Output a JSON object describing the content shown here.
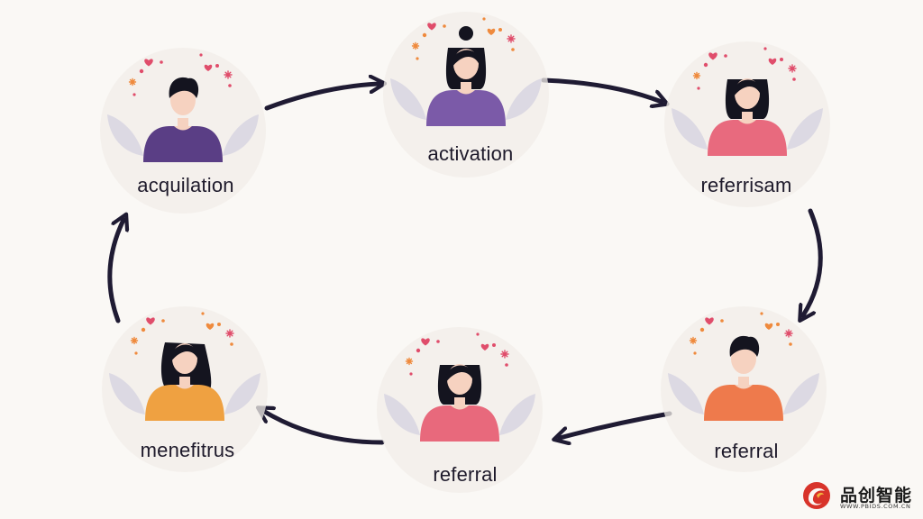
{
  "nodes": [
    {
      "id": "acquisition",
      "label": "acquilation",
      "shirt": "#5a3e85",
      "hair": "#14141f",
      "style": "short-male"
    },
    {
      "id": "activation",
      "label": "activation",
      "shirt": "#7b5aa8",
      "hair": "#14141f",
      "style": "bun-female"
    },
    {
      "id": "referrisam",
      "label": "referrisam",
      "shirt": "#e86a7e",
      "hair": "#14141f",
      "style": "bob-female"
    },
    {
      "id": "referral-right",
      "label": "referral",
      "shirt": "#ee7a4c",
      "hair": "#14141f",
      "style": "short-male"
    },
    {
      "id": "referral-bottom",
      "label": "referral",
      "shirt": "#e8697c",
      "hair": "#14141f",
      "style": "bob-female"
    },
    {
      "id": "menefitrus",
      "label": "menefitrus",
      "shirt": "#efa141",
      "hair": "#14141f",
      "style": "long-female"
    }
  ],
  "edges": [
    {
      "from": "acquisition",
      "to": "activation"
    },
    {
      "from": "activation",
      "to": "referrisam"
    },
    {
      "from": "referrisam",
      "to": "referral-right"
    },
    {
      "from": "referral-right",
      "to": "referral-bottom"
    },
    {
      "from": "referral-bottom",
      "to": "menefitrus"
    },
    {
      "from": "menefitrus",
      "to": "acquisition"
    }
  ],
  "colors": {
    "arrow": "#1f1b33",
    "background": "#faf8f5",
    "halo": "#f1ede8",
    "leaf": "#dcd9e3",
    "skin": "#f6d2c0",
    "accent_heart": "#e04d6b",
    "accent_orange": "#ef8a3d"
  },
  "watermark": {
    "brand": "品创智能",
    "url": "WWW.PBIDS.COM.CN"
  }
}
